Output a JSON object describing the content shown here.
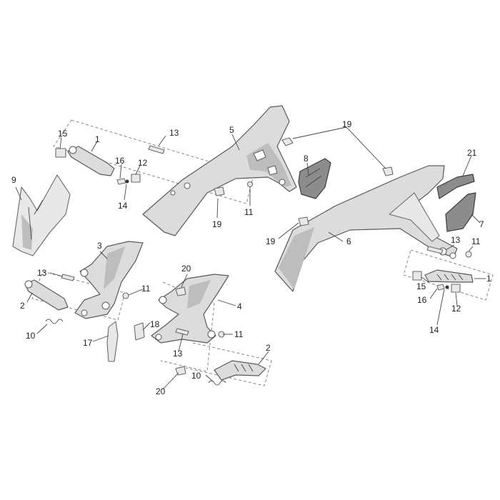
{
  "diagram": {
    "colors": {
      "part_fill": "#dcdcdc",
      "part_stroke": "#5a5a5a",
      "dark_part": "#8c8c8c",
      "line": "#444444",
      "background": "#ffffff"
    },
    "callouts": {
      "c1a": "1",
      "c1b": "1",
      "c2a": "2",
      "c2b": "2",
      "c3": "3",
      "c4": "4",
      "c5": "5",
      "c6": "6",
      "c7": "7",
      "c8": "8",
      "c9": "9",
      "c10a": "10",
      "c10b": "10",
      "c11a": "11",
      "c11b": "11",
      "c11c": "11",
      "c11d": "11",
      "c12a": "12",
      "c12b": "12",
      "c13a": "13",
      "c13b": "13",
      "c13c": "13",
      "c13d": "13",
      "c14a": "14",
      "c14b": "14",
      "c15a": "15",
      "c15b": "15",
      "c16a": "16",
      "c16b": "16",
      "c17": "17",
      "c18": "18",
      "c19a": "19",
      "c19b": "19",
      "c19c": "19",
      "c20a": "20",
      "c20b": "20",
      "c21": "21"
    }
  }
}
